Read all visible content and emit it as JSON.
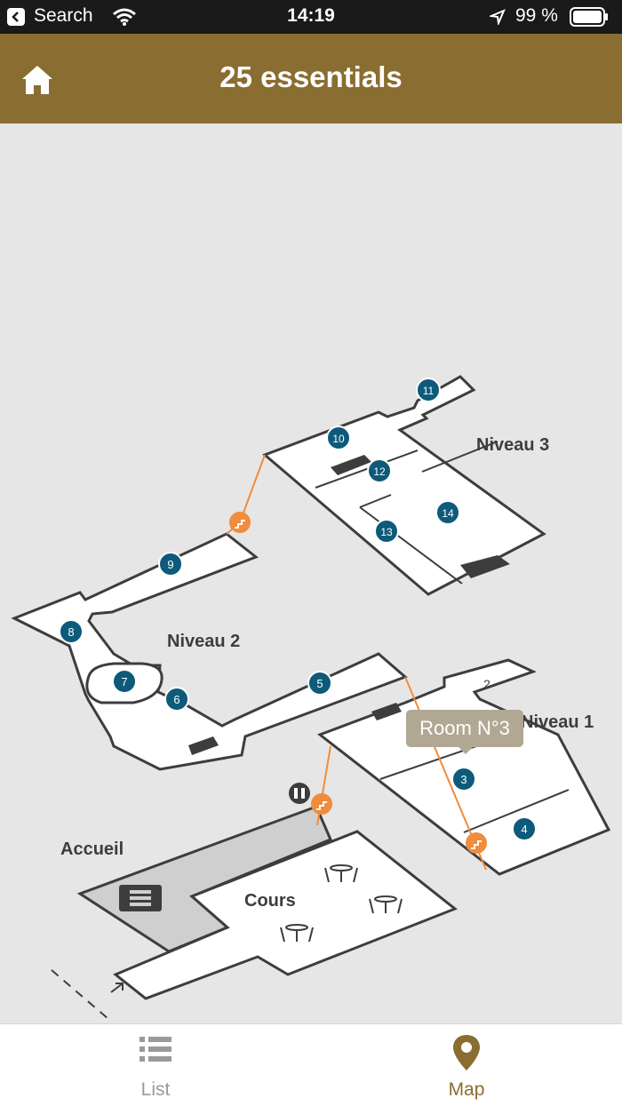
{
  "status_bar": {
    "back_app": "Search",
    "time": "14:19",
    "battery": "99 %"
  },
  "header": {
    "title": "25 essentials"
  },
  "map": {
    "levels": {
      "level3": "Niveau 3",
      "level2": "Niveau 2",
      "level1": "Niveau 1",
      "reception": "Accueil",
      "courtyard": "Cours"
    },
    "rooms": [
      "2",
      "3",
      "4",
      "5",
      "6",
      "7",
      "8",
      "9",
      "10",
      "11",
      "12",
      "13",
      "14"
    ],
    "tooltip": "Room N°3"
  },
  "tabs": {
    "list": "List",
    "map": "Map"
  },
  "colors": {
    "header": "#8a6d30",
    "marker": "#0d5a7a",
    "connector": "#f08c3c",
    "active_tab": "#8a6d30"
  }
}
